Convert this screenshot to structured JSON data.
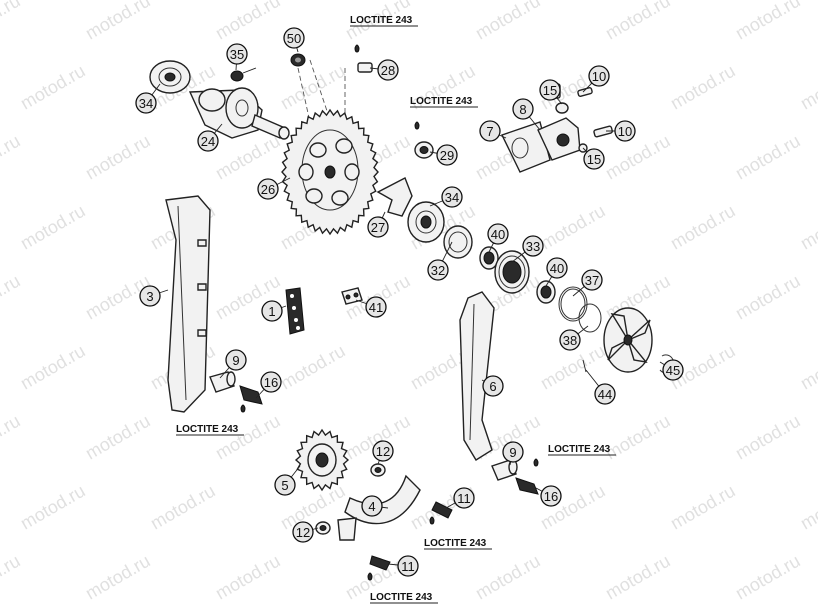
{
  "watermark_text": "motod.ru",
  "loctite_labels": [
    {
      "id": "loctite-top",
      "text": "LOCTITE 243"
    },
    {
      "id": "loctite-mid",
      "text": "LOCTITE 243"
    },
    {
      "id": "loctite-left",
      "text": "LOCTITE 243"
    },
    {
      "id": "loctite-right",
      "text": "LOCTITE 243"
    },
    {
      "id": "loctite-bottom-mid",
      "text": "LOCTITE 243"
    },
    {
      "id": "loctite-bottom",
      "text": "LOCTITE 243"
    }
  ],
  "callouts": [
    "50",
    "28",
    "35",
    "34",
    "24",
    "26",
    "29",
    "27",
    "34",
    "3",
    "1",
    "41",
    "9",
    "16",
    "32",
    "40",
    "33",
    "40",
    "37",
    "38",
    "6",
    "44",
    "45",
    "10",
    "15",
    "8",
    "7",
    "15",
    "10",
    "12",
    "5",
    "4",
    "11",
    "12",
    "11",
    "9",
    "16"
  ],
  "colors": {
    "line": "#222222",
    "callout_fill": "#e6e6e6",
    "watermark": "#c8c8c8"
  }
}
